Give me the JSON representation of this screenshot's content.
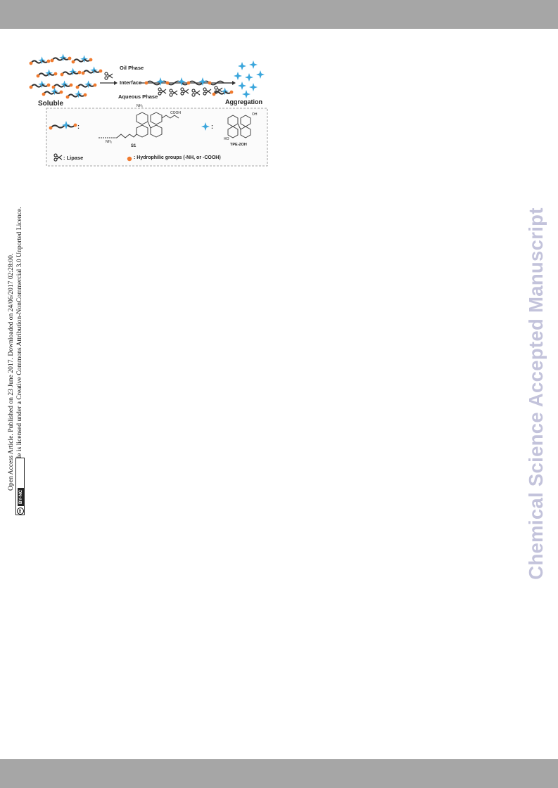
{
  "watermark": "Chemical Science Accepted Manuscript",
  "side_notice": {
    "line1": "Open Access Article. Published on 23 June 2017. Downloaded on 24/06/2017 02:28:00.",
    "line2": "This article is licensed under a Creative Commons Attribution-NonCommercial 3.0 Unported Licence.",
    "badge_logo": "cc",
    "badge_label": "BY-NC"
  },
  "figure": {
    "labels": {
      "soluble": "Soluble",
      "oil_phase": "Oil Phase",
      "interface": "Interface",
      "aqueous_phase": "Aqueous Phase",
      "aggregation": "Aggregation",
      "s1": "S1",
      "tpe_2oh": "TPE-2OH",
      "lipase_legend": ": Lipase",
      "hydrophilic_legend": ": Hydrophilic groups (-NH, or -COOH)",
      "nh2_top": "NH₂",
      "cooh": "COOH",
      "nh2_bottom": "NH₂",
      "oh_top": "OH",
      "ho_bottom": "HO",
      "colon1": ":",
      "colon2": ":"
    },
    "colors": {
      "tpe_blue": "#3aa6dc",
      "hydrophilic_orange": "#f07a2e",
      "chain_dark": "#333333"
    }
  }
}
